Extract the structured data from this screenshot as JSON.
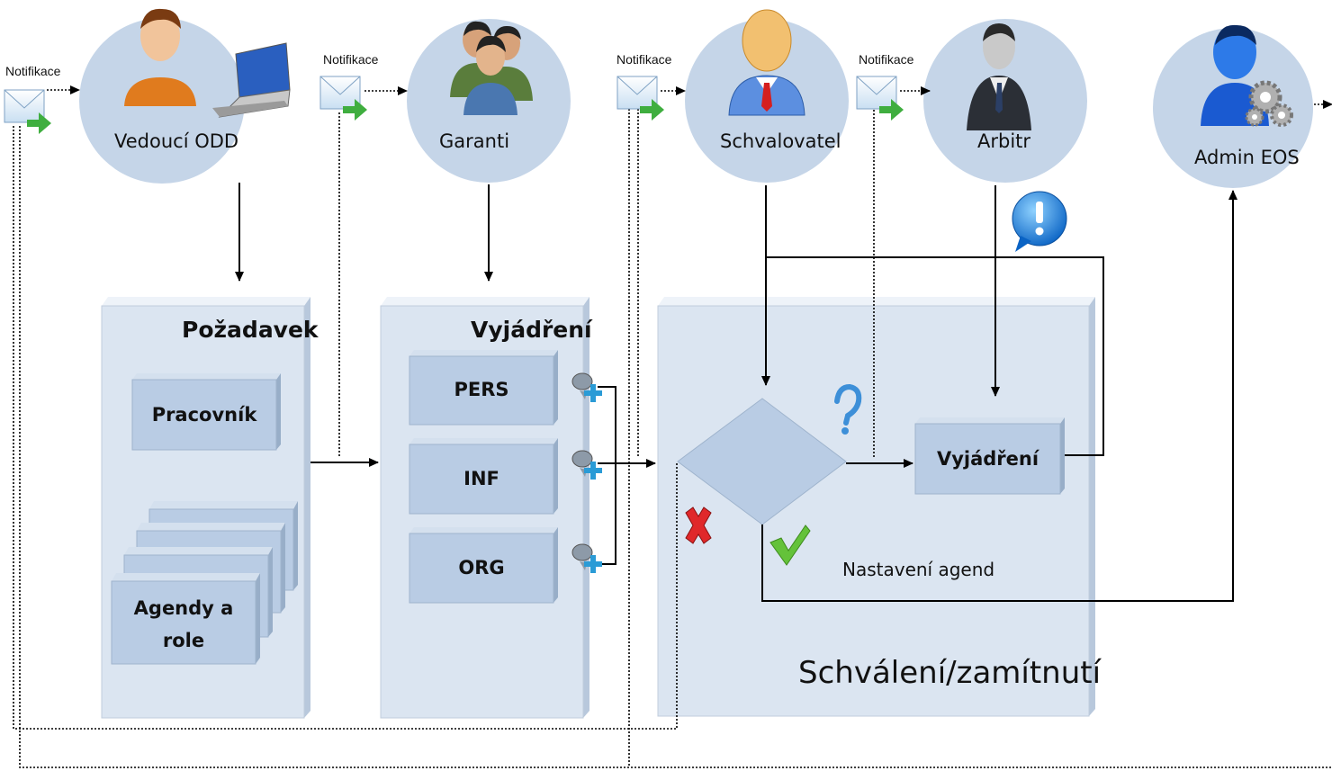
{
  "notifications": [
    "Notifikace",
    "Notifikace",
    "Notifikace",
    "Notifikace"
  ],
  "actors": {
    "vedouci": "Vedoucí ODD",
    "garanti": "Garanti",
    "schvalovatel": "Schvalovatel",
    "arbitr": "Arbitr",
    "admin": "Admin EOS"
  },
  "pozadavek": {
    "title": "Požadavek",
    "pracovnik": "Pracovník",
    "agendy_line1": "Agendy a",
    "agendy_line2": "role"
  },
  "vyjadreni": {
    "title": "Vyjádření",
    "items": [
      "PERS",
      "INF",
      "ORG"
    ]
  },
  "schvaleni": {
    "title": "Schválení/zamítnutí",
    "vyjadreni_label": "Vyjádření",
    "nastaveni": "Nastavení agend"
  },
  "colors": {
    "circle": "#c5d5e8",
    "box_fill": "#dbe5f1",
    "box_side": "#b8c8dc",
    "inner_fill": "#b9cce4",
    "line": "#000000"
  }
}
